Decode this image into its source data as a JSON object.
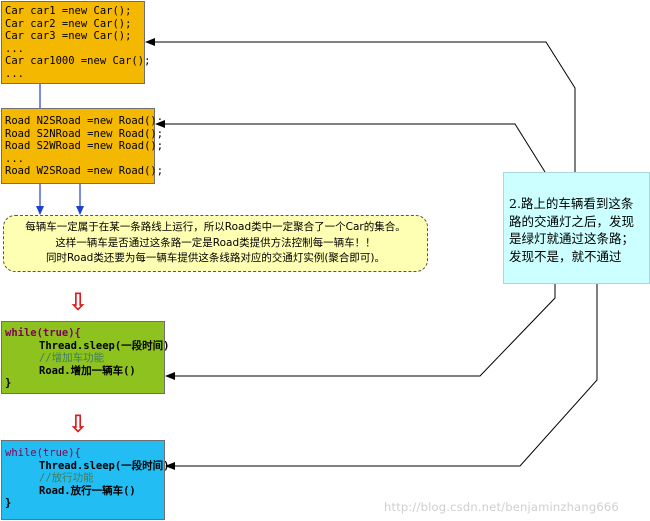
{
  "car_block": {
    "lines": [
      "Car car1 =new Car();",
      "Car car2 =new Car();",
      "Car car3 =new Car();",
      "...",
      "Car car1000 =new Car();",
      "..."
    ]
  },
  "road_block": {
    "lines": [
      "Road N2SRoad =new Road();",
      "Road S2NRoad =new Road();",
      "Road S2WRoad =new Road();",
      "...",
      "Road W2SRoad =new Road();"
    ]
  },
  "note": {
    "line1": "每辆车一定属于在某一条路线上运行，所以Road类中一定聚合了一个Car的集合。",
    "line2": "这样一辆车是否通过这条路一定是Road类提供方法控制每一辆车！！",
    "line3": "同时Road类还要为每一辆车提供这条线路对应的交通灯实例(聚合即可)。"
  },
  "loop_add": {
    "header": "while(true){",
    "sleep": "Thread.sleep(一段时间)",
    "comment": "//增加车功能",
    "action": "Road.增加一辆车()",
    "close": "}"
  },
  "loop_release": {
    "header": "while(true){",
    "sleep": "Thread.sleep(一段时间)",
    "comment": "//放行功能",
    "action": "Road.放行一辆车()",
    "close": "}"
  },
  "side_note": {
    "text": "2.路上的车辆看到这条路的交通灯之后，发现是绿灯就通过这条路；发现不是，就不通过"
  },
  "arrows": {
    "down_glyph": "⇩"
  },
  "watermark": "http://blog.csdn.net/benjaminzhang666",
  "colors": {
    "car_box": "#f5b800",
    "road_box": "#f5b800",
    "note_box": "#ffffb3",
    "loop_add_box": "#8dc21f",
    "loop_release_box": "#22bdf2",
    "side_box": "#ccffff",
    "red_arrow": "#dd1c1c",
    "blue_arrow": "#1f3fcf"
  }
}
